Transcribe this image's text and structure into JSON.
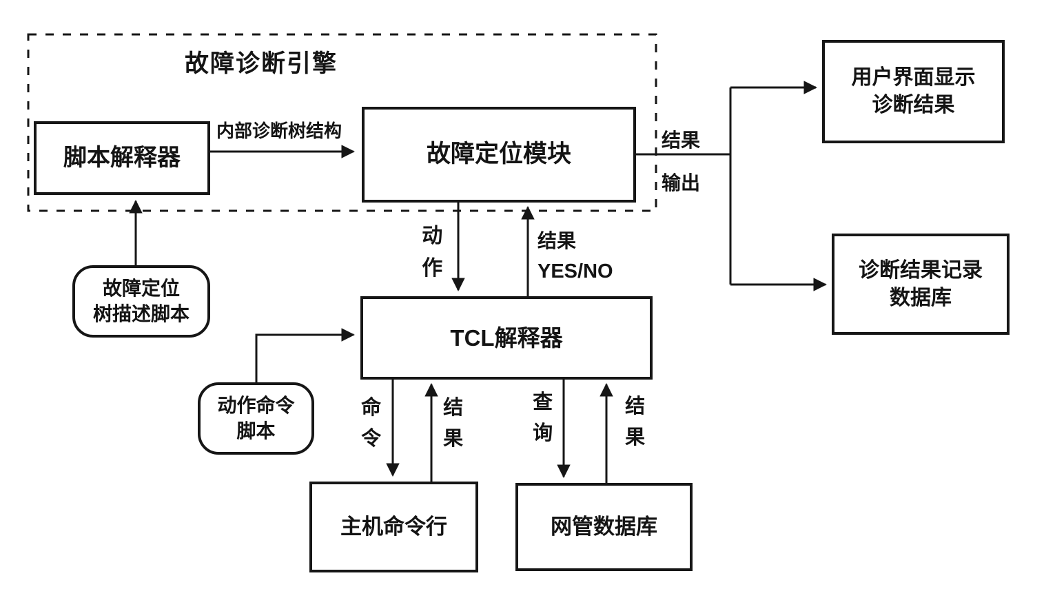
{
  "diagram": {
    "engine_group_label": "故障诊断引擎",
    "nodes": {
      "script_interpreter": {
        "label": "脚本解释器"
      },
      "fault_location_module": {
        "label": "故障定位模块"
      },
      "tcl_interpreter": {
        "label": "TCL解释器"
      },
      "ui_display": {
        "lines": [
          "用户界面显示",
          "诊断结果"
        ]
      },
      "result_db": {
        "lines": [
          "诊断结果记录",
          "数据库"
        ]
      },
      "fault_tree_script": {
        "lines": [
          "故障定位",
          "树描述脚本"
        ]
      },
      "action_script": {
        "lines": [
          "动作命令",
          "脚本"
        ]
      },
      "host_cmdline": {
        "label": "主机命令行"
      },
      "nm_database": {
        "label": "网管数据库"
      }
    },
    "edge_labels": {
      "internal_tree": "内部诊断树结构",
      "result_output_l1": "结果",
      "result_output_l2": "输出",
      "action": "动作",
      "result_yesno_l1": "结果",
      "result_yesno_l2": "YES/NO",
      "command": "命令",
      "result_from_host": "结果",
      "query": "查询",
      "result_from_db": "结果"
    },
    "colors": {
      "ink": "#161616",
      "background": "#ffffff"
    }
  }
}
